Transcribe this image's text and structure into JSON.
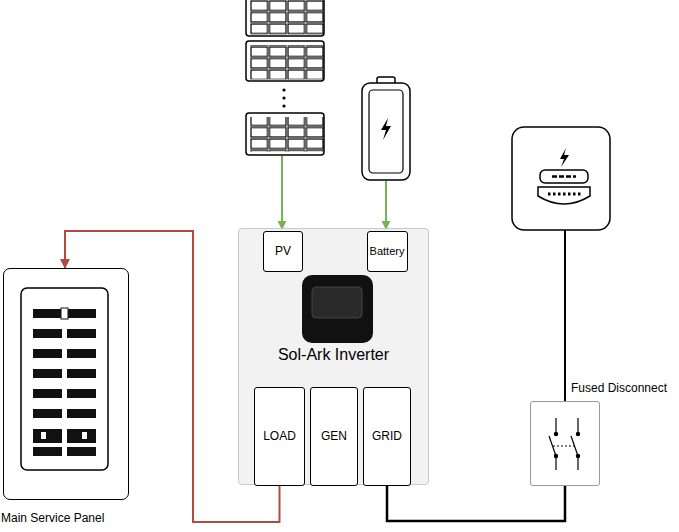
{
  "diagram": {
    "nodes": [
      {
        "text": [
          "Sol-Ark Inverter"
        ]
      },
      {
        "text": [
          "PV"
        ],
        "in": 0
      },
      {
        "text": [
          "Battery"
        ],
        "in": 0
      },
      {
        "text": [
          "LOAD"
        ],
        "in": 0
      },
      {
        "text": [
          "GEN"
        ],
        "in": 0
      },
      {
        "text": [
          "GRID"
        ],
        "in": 0
      },
      {
        "text": [
          "Main Service Panel"
        ]
      },
      {
        "text": [
          "Fused Disconnect"
        ]
      }
    ],
    "edges": [
      {
        "from": 3,
        "to": 6,
        "arrow": "to"
      },
      {
        "from": 5,
        "to": 7,
        "arrow": "none"
      }
    ]
  }
}
